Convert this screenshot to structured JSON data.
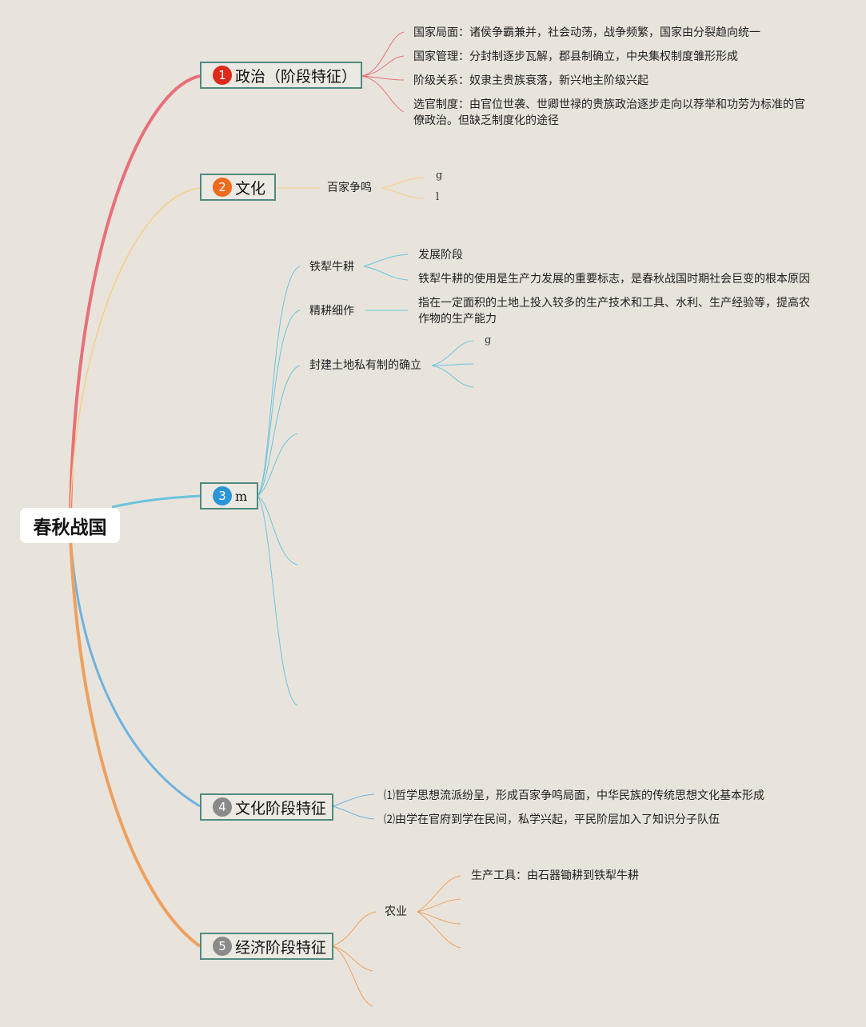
{
  "root": {
    "label": "春秋战国"
  },
  "colors": {
    "politics": "#e8707a",
    "culture": "#f6cf87",
    "economy_m": "#6cc3dd",
    "culture_stage": "#6fb2e0",
    "economy_stage": "#eea060",
    "badge1": "#dd2a1b",
    "badge2": "#ee6a1c",
    "badge3": "#2a96d6",
    "badge4": "#8a8a8a",
    "badge5": "#8a8a8a"
  },
  "branches": {
    "b1": {
      "num": "1",
      "label": "政治（阶段特征）",
      "items": [
        "国家局面：诸侯争霸兼并，社会动荡，战争频繁，国家由分裂趋向统一",
        "国家管理：分封制逐步瓦解，郡县制确立，中央集权制度雏形形成",
        "阶级关系：奴隶主贵族衰落，新兴地主阶级兴起",
        "选官制度：由官位世袭、世卿世禄的贵族政治逐步走向以荐举和功劳为标准的官僚政治。但缺乏制度化的途径"
      ]
    },
    "b2": {
      "num": "2",
      "label": "文化",
      "sub": "百家争鸣",
      "leaf_a": "g",
      "leaf_b": "l"
    },
    "b3": {
      "num": "3",
      "label": "m",
      "sub1": "铁犁牛耕",
      "sub1_items": [
        "发展阶段",
        "铁犁牛耕的使用是生产力发展的重要标志，是春秋战国时期社会巨变的根本原因"
      ],
      "sub2": "精耕细作",
      "sub2_item": "指在一定面积的土地上投入较多的生产技术和工具、水利、生产经验等，提高农作物的生产能力",
      "sub3": "封建土地私有制的确立",
      "sub3_leaf": "g"
    },
    "b4": {
      "num": "4",
      "label": "文化阶段特征",
      "items": [
        "⑴哲学思想流派纷呈，形成百家争鸣局面，中华民族的传统思想文化基本形成",
        "⑵由学在官府到学在民间，私学兴起，平民阶层加入了知识分子队伍"
      ]
    },
    "b5": {
      "num": "5",
      "label": "经济阶段特征",
      "sub": "农业",
      "sub_item": "生产工具：由石器锄耕到铁犁牛耕"
    }
  }
}
